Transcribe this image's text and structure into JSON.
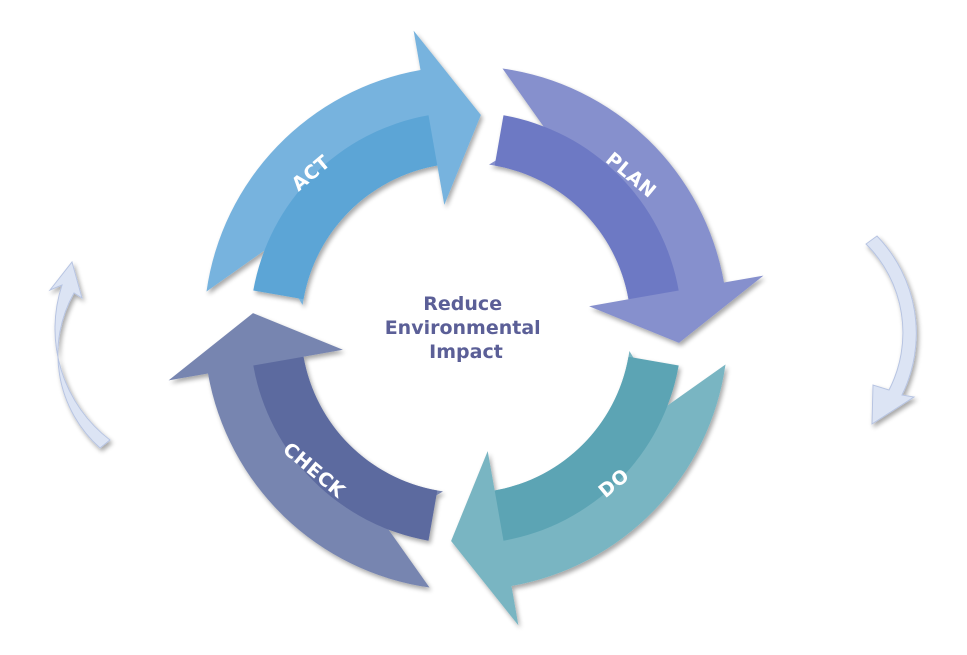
{
  "diagram": {
    "center": {
      "lines": [
        "Reduce",
        "Environmental",
        "Impact"
      ],
      "color": "#5B5F97"
    },
    "segments": [
      {
        "key": "act",
        "label": "ACT",
        "outer": "#77B3DE",
        "inner": "#5BA5D6"
      },
      {
        "key": "plan",
        "label": "PLAN",
        "outer": "#8690CD",
        "inner": "#6D79C4"
      },
      {
        "key": "do",
        "label": "DO",
        "outer": "#79B5C2",
        "inner": "#5CA4B4"
      },
      {
        "key": "check",
        "label": "CHECK",
        "outer": "#7785B0",
        "inner": "#5C6A9F"
      }
    ],
    "side_arrow_color": "#DCE4F4",
    "side_arrow_stroke": "#B7C4E2"
  }
}
